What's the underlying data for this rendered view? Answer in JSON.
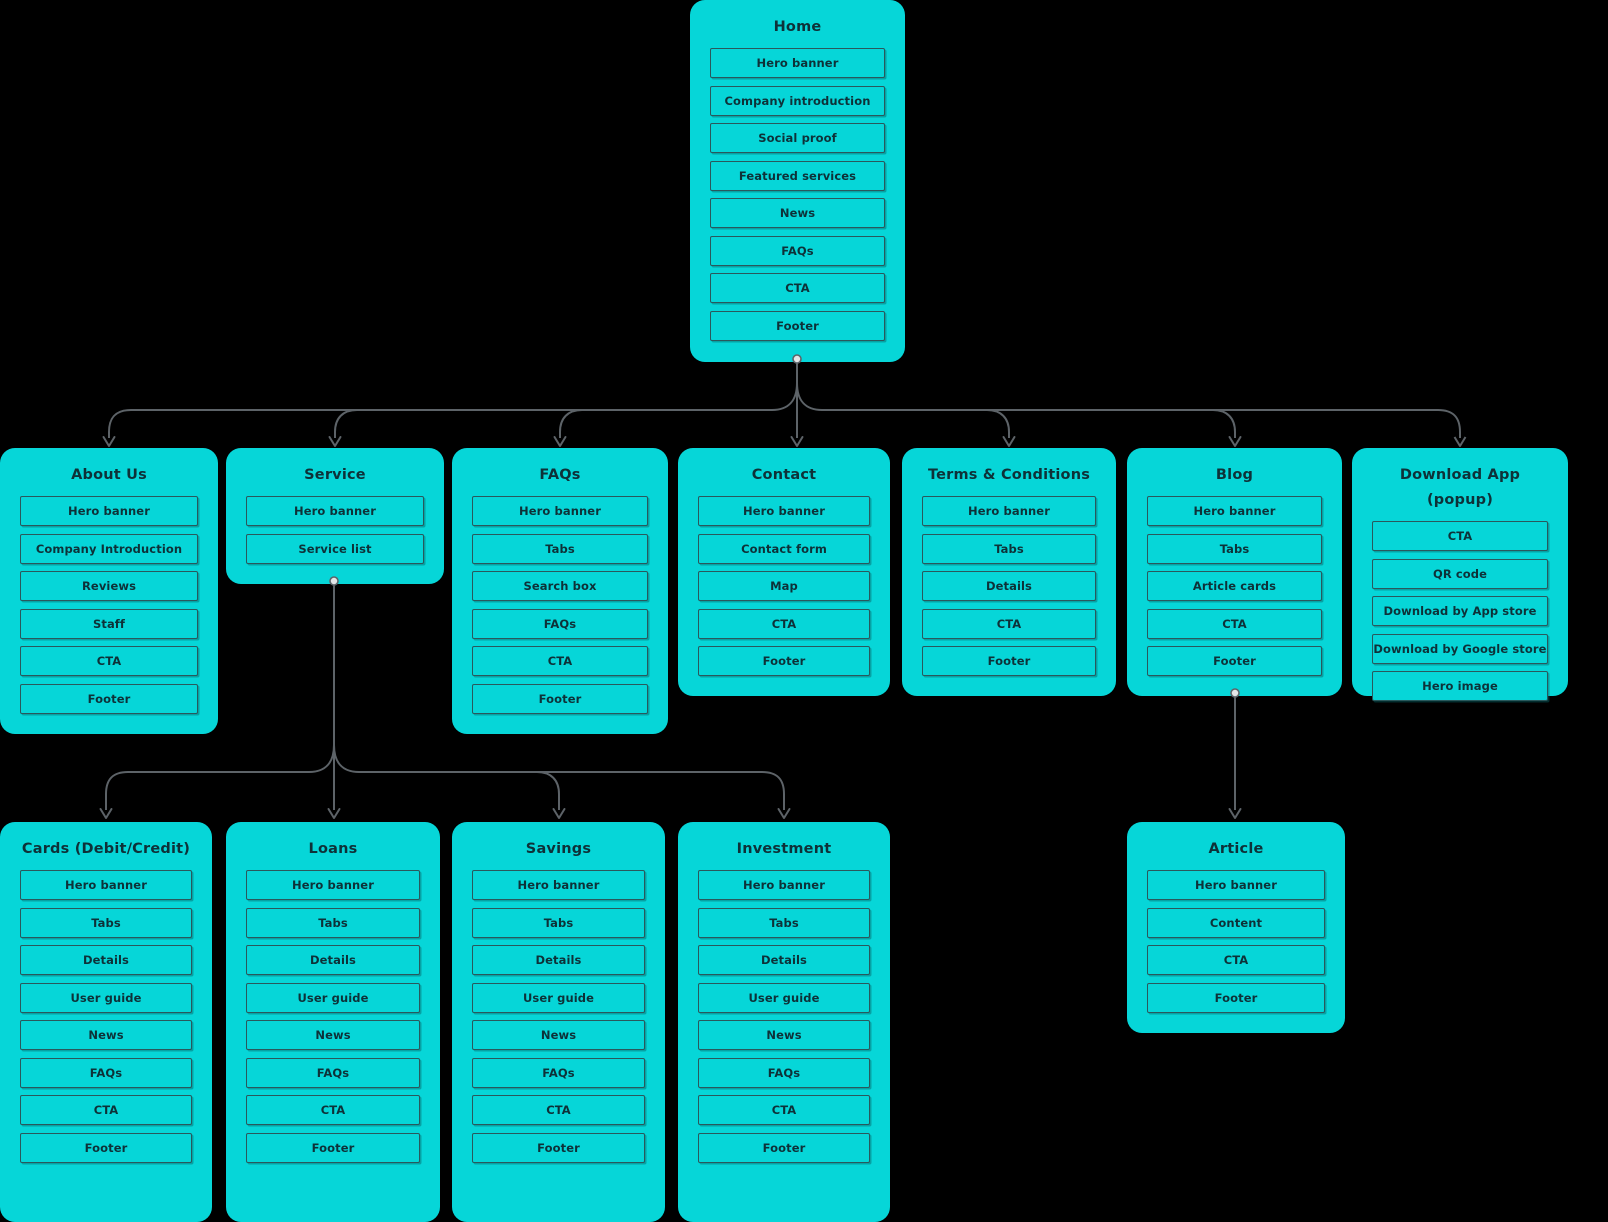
{
  "colors": {
    "background": "#000000",
    "card_fill": "#06d6d8",
    "card_text": "#0e3138",
    "box_border": "#2a585c",
    "connector": "#5d6368",
    "connector_node_fill": "#e3e6e7"
  },
  "nodes": [
    {
      "id": "home",
      "title": "Home",
      "items": [
        "Hero banner",
        "Company introduction",
        "Social proof",
        "Featured services",
        "News",
        "FAQs",
        "CTA",
        "Footer"
      ]
    },
    {
      "id": "about-us",
      "title": "About Us",
      "items": [
        "Hero banner",
        "Company Introduction",
        "Reviews",
        "Staff",
        "CTA",
        "Footer"
      ]
    },
    {
      "id": "service",
      "title": "Service",
      "items": [
        "Hero banner",
        "Service list"
      ]
    },
    {
      "id": "faqs",
      "title": "FAQs",
      "items": [
        "Hero banner",
        "Tabs",
        "Search box",
        "FAQs",
        "CTA",
        "Footer"
      ]
    },
    {
      "id": "contact",
      "title": "Contact",
      "items": [
        "Hero banner",
        "Contact form",
        "Map",
        "CTA",
        "Footer"
      ]
    },
    {
      "id": "terms-conditions",
      "title": "Terms & Conditions",
      "items": [
        "Hero banner",
        "Tabs",
        "Details",
        "CTA",
        "Footer"
      ]
    },
    {
      "id": "blog",
      "title": "Blog",
      "items": [
        "Hero banner",
        "Tabs",
        "Article cards",
        "CTA",
        "Footer"
      ]
    },
    {
      "id": "download-app",
      "title": "Download App (popup)",
      "items": [
        "CTA",
        "QR code",
        "Download by App store",
        "Download by Google store",
        "Hero image"
      ]
    },
    {
      "id": "cards-debit-credit",
      "title": "Cards (Debit/Credit)",
      "items": [
        "Hero banner",
        "Tabs",
        "Details",
        "User guide",
        "News",
        "FAQs",
        "CTA",
        "Footer"
      ]
    },
    {
      "id": "loans",
      "title": "Loans",
      "items": [
        "Hero banner",
        "Tabs",
        "Details",
        "User guide",
        "News",
        "FAQs",
        "CTA",
        "Footer"
      ]
    },
    {
      "id": "savings",
      "title": "Savings",
      "items": [
        "Hero banner",
        "Tabs",
        "Details",
        "User guide",
        "News",
        "FAQs",
        "CTA",
        "Footer"
      ]
    },
    {
      "id": "investment",
      "title": "Investment",
      "items": [
        "Hero banner",
        "Tabs",
        "Details",
        "User guide",
        "News",
        "FAQs",
        "CTA",
        "Footer"
      ]
    },
    {
      "id": "article",
      "title": "Article",
      "items": [
        "Hero banner",
        "Content",
        "CTA",
        "Footer"
      ]
    }
  ]
}
